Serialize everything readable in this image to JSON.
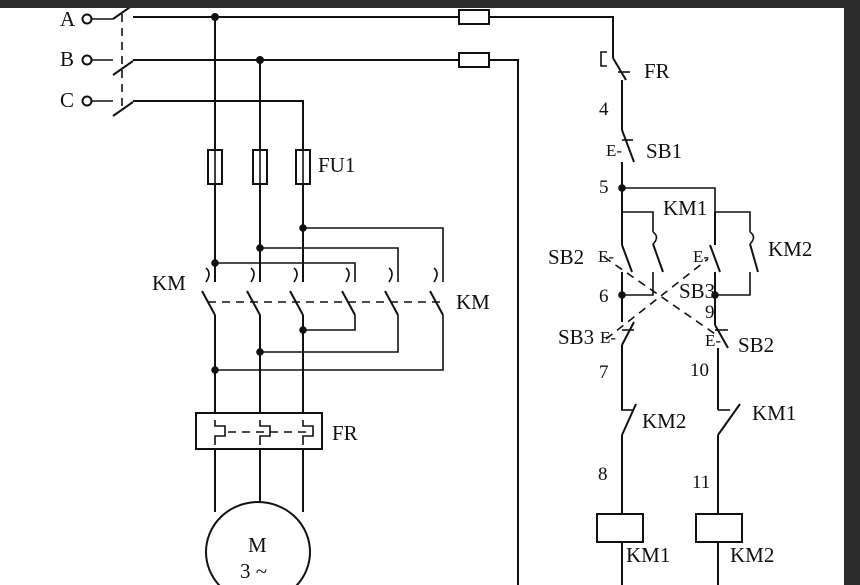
{
  "colors": {
    "background": "#ffffff",
    "ink": "#111111",
    "window_frame": "#2b2b2b"
  },
  "power": {
    "phase_a": "A",
    "phase_b": "B",
    "phase_c": "C",
    "fuse": "FU1",
    "contactor_left": "KM",
    "contactor_right": "KM",
    "overload": "FR",
    "motor_letter": "M",
    "motor_phase": "3 ~"
  },
  "control": {
    "overload_contact": "FR",
    "stop_button": "SB1",
    "km1_hold": "KM1",
    "km2_hold": "KM2",
    "sb2_left": "SB2",
    "sb3_right": "SB3",
    "sb3_left": "SB3",
    "sb2_right": "SB2",
    "km2_interlock": "KM2",
    "km1_interlock": "KM1",
    "km1_coil": "KM1",
    "km2_coil": "KM2",
    "node_labels": [
      "4",
      "5",
      "6",
      "9",
      "7",
      "10",
      "8",
      "11"
    ]
  }
}
